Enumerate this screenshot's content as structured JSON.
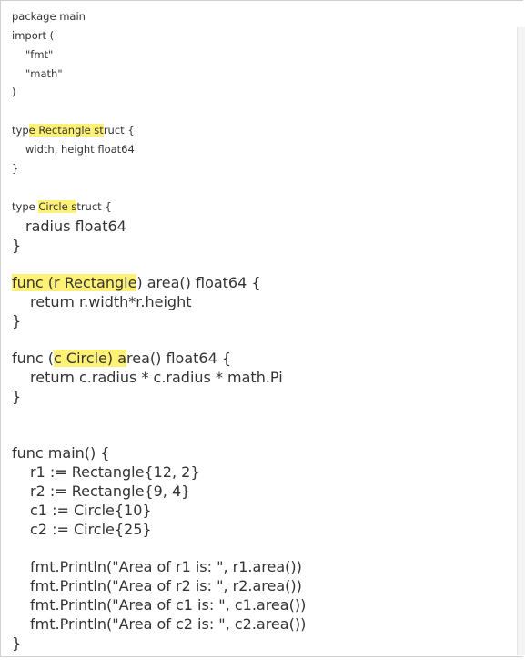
{
  "code": {
    "l1": "package main",
    "l2": "import (",
    "l3": "\"fmt\"",
    "l4": "\"math\"",
    "l5": ")",
    "l7_a": "typ",
    "l7_b": "e Rectangle st",
    "l7_c": "ruct {",
    "l8": "width, height float64",
    "l9": "}",
    "l11_a": "type ",
    "l11_b": "Circle s",
    "l11_c": "truct {",
    "l12": "radius float64",
    "l13": "}",
    "l15_a": "func (r Rectangle",
    "l15_b": ") area() float64 {",
    "l16": "return r.width*r.height",
    "l17": "}",
    "l19_a": "func (",
    "l19_b": "c Circle) a",
    "l19_c": "rea() float64 {",
    "l20": "return c.radius * c.radius * math.Pi",
    "l21": "}",
    "l24": "func main() {",
    "l25": "r1 := Rectangle{12, 2}",
    "l26": "r2 := Rectangle{9, 4}",
    "l27": "c1 := Circle{10}",
    "l28": "c2 := Circle{25}",
    "l30": "fmt.Println(\"Area of r1 is: \", r1.area())",
    "l31": "fmt.Println(\"Area of r2 is: \", r2.area())",
    "l32": "fmt.Println(\"Area of c1 is: \", c1.area())",
    "l33": "fmt.Println(\"Area of c2 is: \", c2.area())",
    "l34": "}"
  },
  "colors": {
    "highlight": "#fff176",
    "text": "#333333"
  }
}
